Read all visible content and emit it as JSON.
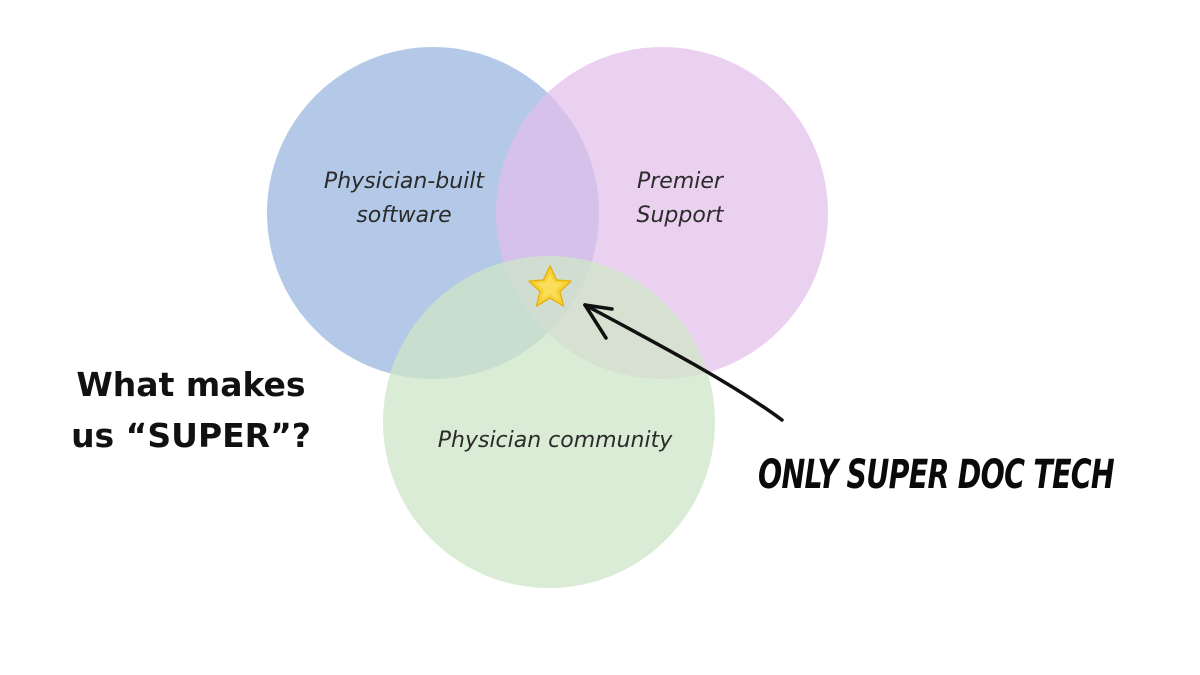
{
  "venn": {
    "circles": [
      {
        "id": "software",
        "label_lines": [
          "Physician-built",
          "software"
        ],
        "color": "#a7bfe3"
      },
      {
        "id": "support",
        "label_lines": [
          "Premier",
          "Support"
        ],
        "color": "#e3bde9"
      },
      {
        "id": "community",
        "label_lines": [
          "Physician community"
        ],
        "color": "#cfe6c8"
      }
    ],
    "center_icon": "star-icon",
    "star_color": "#f5d020"
  },
  "headline": {
    "line1": "What makes",
    "line2": "us “SUPER”?"
  },
  "callout": {
    "text": "ONLY SUPER DOC TECH",
    "arrow_icon": "arrow-icon"
  }
}
